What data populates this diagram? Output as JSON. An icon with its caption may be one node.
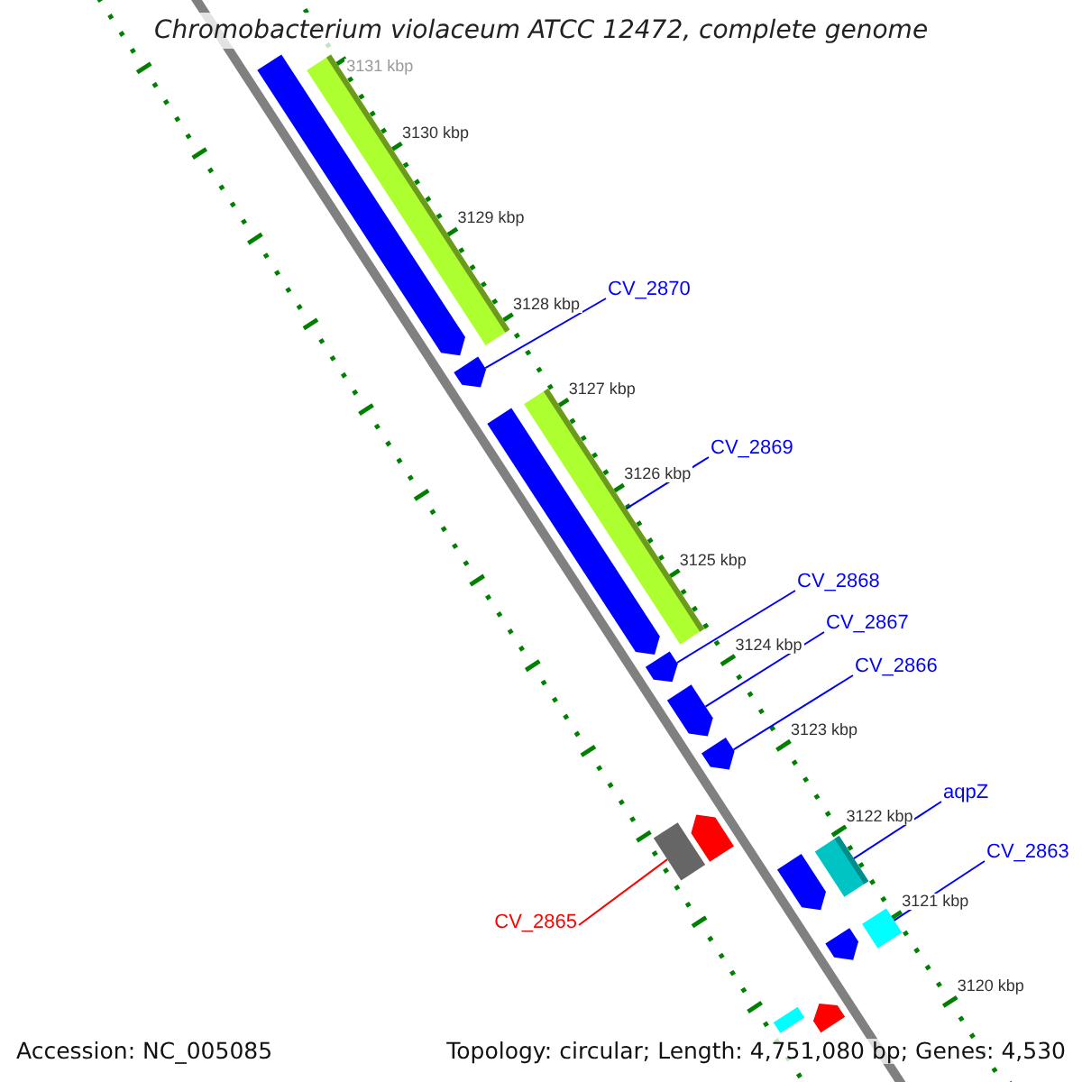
{
  "diagram": {
    "title": "Chromobacterium violaceum ATCC 12472, complete genome",
    "nodes": [
      {
        "text": [
          "CV_2870"
        ]
      },
      {
        "text": [
          "CV_2869"
        ]
      },
      {
        "text": [
          "CV_2868"
        ]
      },
      {
        "text": [
          "CV_2867"
        ]
      },
      {
        "text": [
          "CV_2866"
        ]
      },
      {
        "text": [
          "aqpZ"
        ]
      },
      {
        "text": [
          "CV_2863"
        ]
      },
      {
        "text": [
          "CV_2865"
        ]
      },
      {
        "text": [],
        "shape": "bar"
      },
      {
        "text": [],
        "shape": "bar"
      },
      {
        "text": [],
        "shape": "bar"
      },
      {
        "text": [],
        "shape": "bar"
      },
      {
        "text": [],
        "shape": "bar"
      },
      {
        "text": [],
        "shape": "bar"
      },
      {
        "text": [],
        "shape": "bar"
      },
      {
        "text": [],
        "shape": "bar"
      },
      {
        "text": [],
        "shape": "bar"
      },
      {
        "text": [],
        "shape": "bar"
      },
      {
        "text": [],
        "shape": "bar"
      },
      {
        "text": [],
        "shape": "bar"
      },
      {
        "text": [],
        "shape": "bar"
      },
      {
        "text": [],
        "shape": "bar"
      },
      {
        "text": [],
        "shape": "bar"
      },
      {
        "text": [],
        "shape": "bar"
      }
    ],
    "edges": [
      {
        "from": 0,
        "to": 10,
        "arrow": "none"
      },
      {
        "from": 1,
        "to": 12,
        "arrow": "none"
      },
      {
        "from": 2,
        "to": 13,
        "arrow": "none"
      },
      {
        "from": 3,
        "to": 14,
        "arrow": "none"
      },
      {
        "from": 4,
        "to": 15,
        "arrow": "none"
      },
      {
        "from": 5,
        "to": 19,
        "arrow": "none"
      },
      {
        "from": 6,
        "to": 21,
        "arrow": "none"
      },
      {
        "from": 7,
        "to": 16,
        "arrow": "none",
        "color": "#ff0000"
      }
    ],
    "labels": [
      "3131 kbp",
      "3130 kbp",
      "3129 kbp",
      "3128 kbp",
      "3127 kbp",
      "3126 kbp",
      "3125 kbp",
      "3124 kbp",
      "3123 kbp",
      "3122 kbp",
      "3121 kbp",
      "3120 kbp",
      "Accession: NC_005085",
      "Topology: circular; Length: 4,751,080 bp; Genes: 4,530"
    ]
  }
}
